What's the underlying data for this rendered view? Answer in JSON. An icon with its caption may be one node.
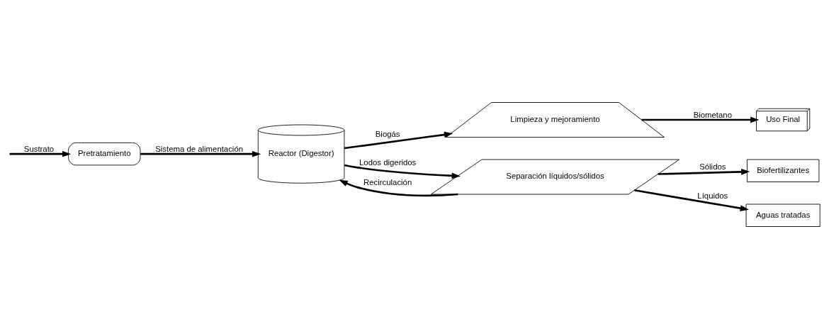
{
  "diagram": {
    "nodes": [
      {
        "text": [
          "Pretratamiento"
        ]
      },
      {
        "text": [
          "Reactor (Digestor)"
        ]
      },
      {
        "text": [
          "Limpieza y mejoramiento"
        ]
      },
      {
        "text": [
          "Uso Final"
        ]
      },
      {
        "text": [
          "Separación líquidos/sólidos"
        ]
      },
      {
        "text": [
          "Biofertilizantes"
        ]
      },
      {
        "text": [
          "Aguas tratadas"
        ]
      }
    ],
    "edges": [
      {
        "from": null,
        "to": 0,
        "arrow": "to",
        "label": "Sustrato"
      },
      {
        "from": 0,
        "to": 1,
        "arrow": "to",
        "label": "Sistema de alimentación"
      },
      {
        "from": 1,
        "to": 2,
        "arrow": "to",
        "label": "Biogás"
      },
      {
        "from": 2,
        "to": 3,
        "arrow": "to",
        "label": "Biometano"
      },
      {
        "from": 1,
        "to": 4,
        "arrow": "to",
        "label": "Lodos digeridos"
      },
      {
        "from": 4,
        "to": 5,
        "arrow": "to",
        "label": "Sólidos"
      },
      {
        "from": 4,
        "to": 6,
        "arrow": "to",
        "label": "Líquidos"
      },
      {
        "from": 4,
        "to": 1,
        "arrow": "to",
        "label": "Recirculación"
      }
    ]
  }
}
